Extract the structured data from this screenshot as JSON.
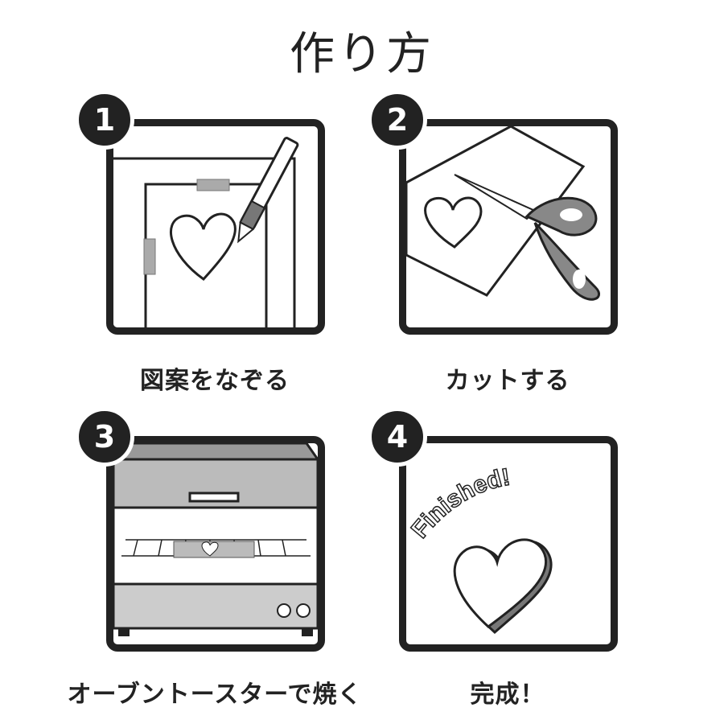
{
  "title": "作り方",
  "steps": [
    {
      "number": "1",
      "caption": "図案をなぞる"
    },
    {
      "number": "2",
      "caption": "カットする"
    },
    {
      "number": "3",
      "caption": "オーブントースターで焼く"
    },
    {
      "number": "4",
      "caption": "完成！",
      "illustration_text": "Finished!"
    }
  ]
}
